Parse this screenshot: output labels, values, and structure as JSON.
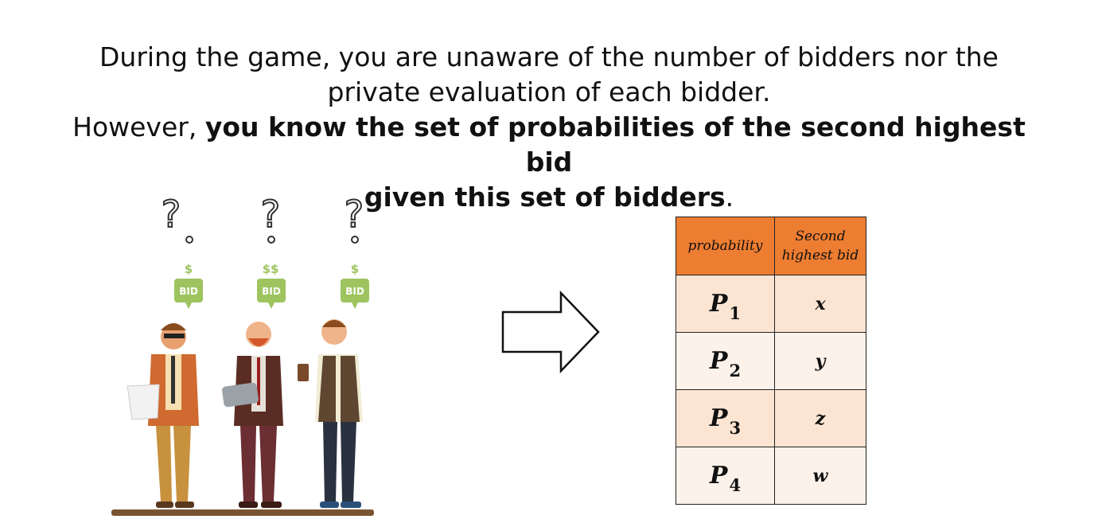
{
  "headline": {
    "line1": "During the game, you are unaware of the number of bidders nor the",
    "line2": "private evaluation of each bidder.",
    "line3_prefix": "However, ",
    "line3_bold": "you know the set of probabilities of the second highest bid",
    "line4_bold": "given this set of bidders",
    "line4_suffix": "."
  },
  "illustration": {
    "bid_label": "BID",
    "question_mark": "?",
    "dollar_signs": [
      "$",
      "$$",
      "$"
    ]
  },
  "table": {
    "header_probability": "probability",
    "header_second_line1": "Second",
    "header_second_line2": "highest bid",
    "rows": [
      {
        "p": "P",
        "sub": "1",
        "value": "x"
      },
      {
        "p": "P",
        "sub": "2",
        "value": "y"
      },
      {
        "p": "P",
        "sub": "3",
        "value": "z"
      },
      {
        "p": "P",
        "sub": "4",
        "value": "w"
      }
    ]
  },
  "colors": {
    "header_bg": "#ed7d31",
    "row_dark": "#fbe4d2",
    "row_light": "#fdf2ea",
    "bid_bubble": "#9dc45f"
  }
}
